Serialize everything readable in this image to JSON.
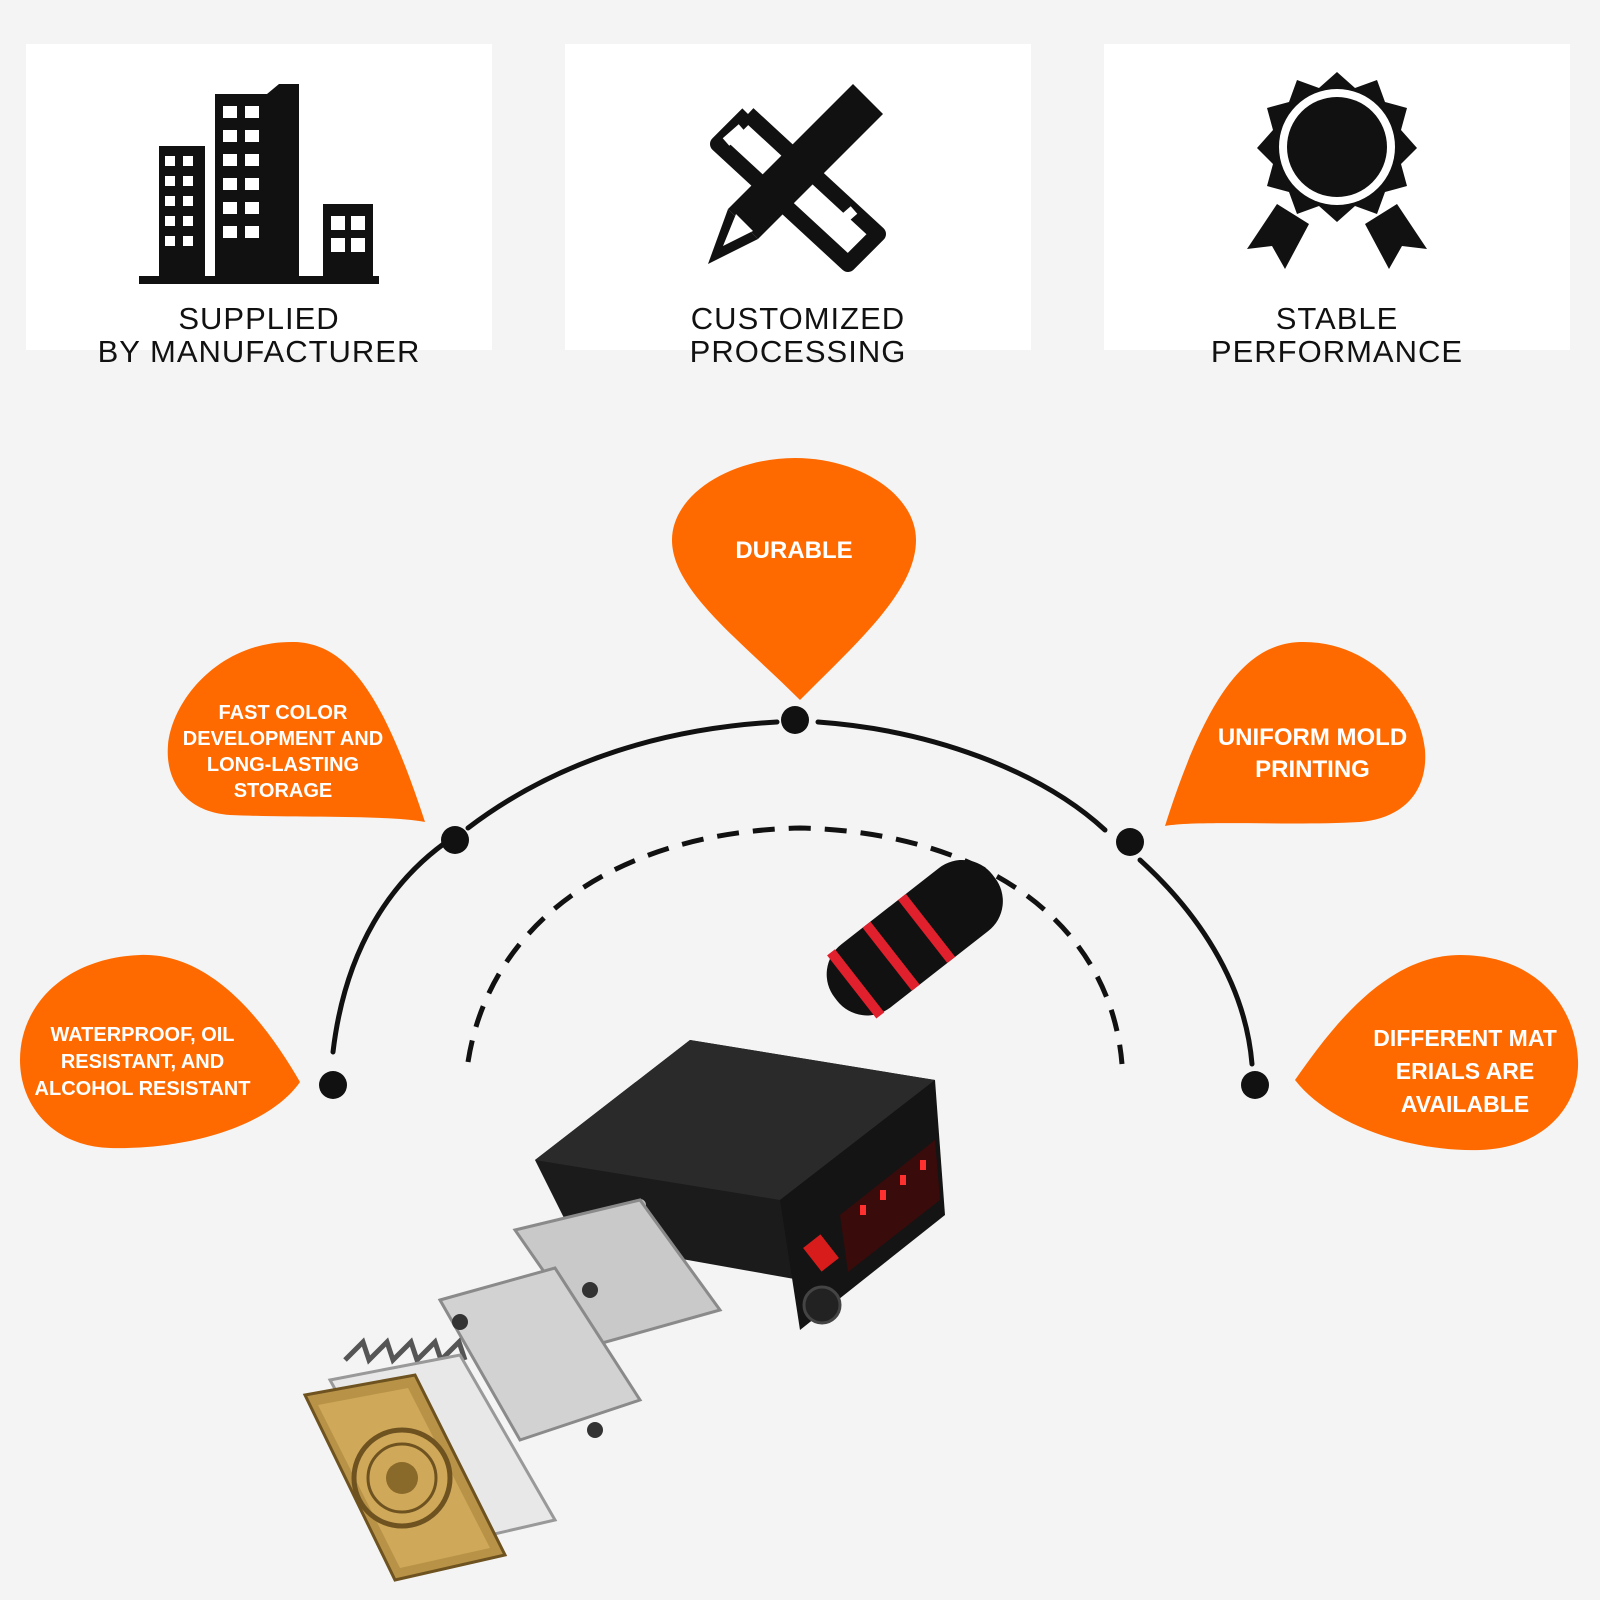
{
  "features": [
    {
      "icon": "buildings-icon",
      "line1": "SUPPLIED",
      "line2": "BY MANUFACTURER"
    },
    {
      "icon": "pencil-ruler-icon",
      "line1": "CUSTOMIZED",
      "line2": "PROCESSING"
    },
    {
      "icon": "award-badge-icon",
      "line1": "STABLE",
      "line2": "PERFORMANCE"
    }
  ],
  "benefits": {
    "top": [
      "DURABLE"
    ],
    "upper_left": [
      "FAST COLOR",
      "DEVELOPMENT AND",
      "LONG-LASTING",
      "STORAGE"
    ],
    "upper_right": [
      "UNIFORM MOLD",
      "PRINTING"
    ],
    "lower_left": [
      "WATERPROOF, OIL",
      "RESISTANT, AND",
      "ALCOHOL RESISTANT"
    ],
    "lower_right": [
      "DIFFERENT MAT",
      "ERIALS ARE",
      "AVAILABLE"
    ]
  },
  "product": {
    "image": "branding-iron-machine-illustration"
  },
  "colors": {
    "accent": "#ff6a00",
    "line": "#111111",
    "card": "#ffffff"
  }
}
